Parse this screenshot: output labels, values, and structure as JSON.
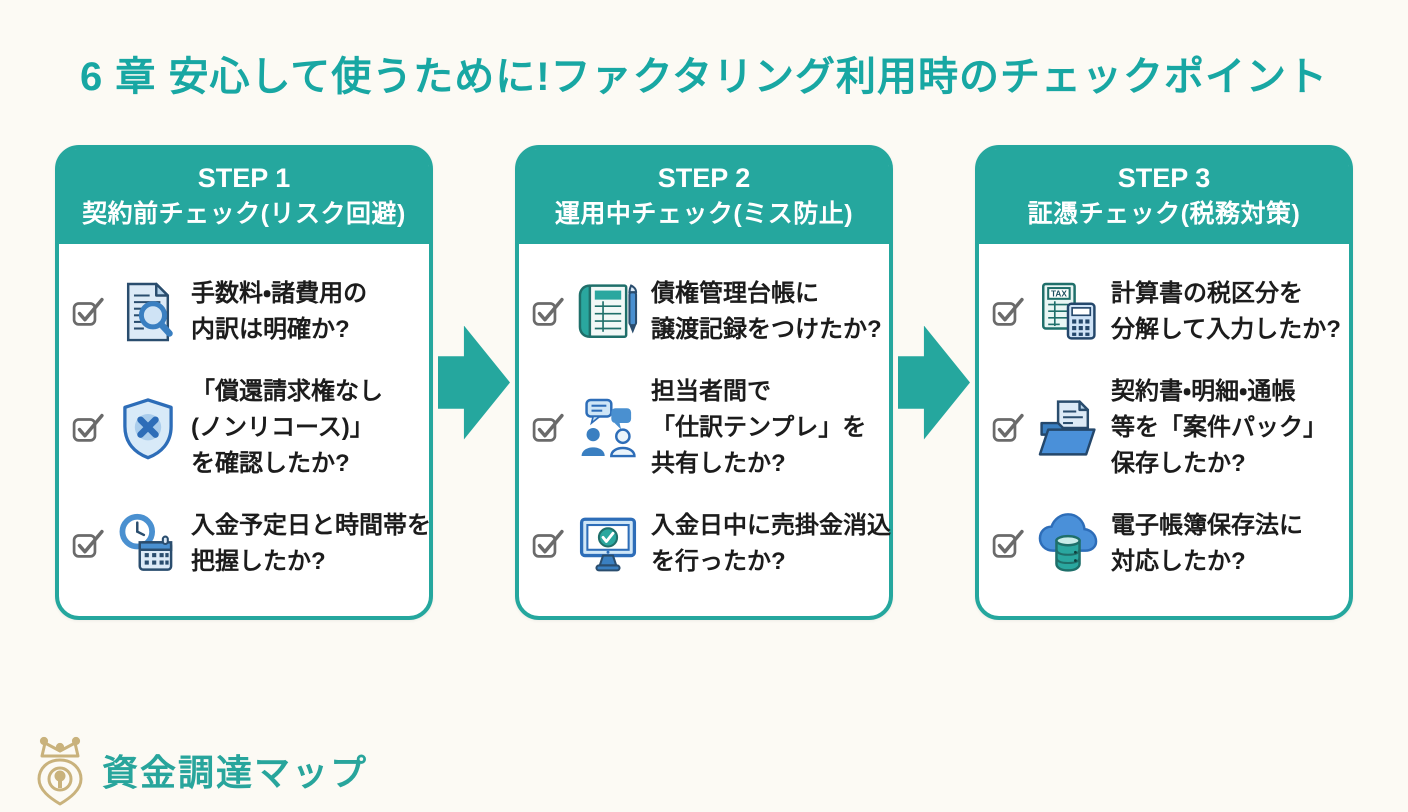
{
  "title": "6 章 安心して使うために!ファクタリング利用時のチェックポイント",
  "steps": [
    {
      "step_label": "STEP 1",
      "subtitle": "契約前チェック(リスク回避)",
      "items": [
        {
          "icon": "document-magnifier-icon",
          "lines": [
            "手数料・諸費用の",
            "内訳は明確か?"
          ]
        },
        {
          "icon": "shield-x-icon",
          "lines": [
            "「償還請求権なし",
            "(ノンリコース)」",
            "を確認したか?"
          ]
        },
        {
          "icon": "clock-calendar-icon",
          "lines": [
            "入金予定日と時間帯を",
            "把握したか?"
          ]
        }
      ]
    },
    {
      "step_label": "STEP 2",
      "subtitle": "運用中チェック(ミス防止)",
      "items": [
        {
          "icon": "ledger-pen-icon",
          "lines": [
            "債権管理台帳に",
            "譲渡記録をつけたか?"
          ]
        },
        {
          "icon": "chat-people-icon",
          "lines": [
            "担当者間で",
            "「仕訳テンプレ」を",
            "共有したか?"
          ]
        },
        {
          "icon": "monitor-check-icon",
          "lines": [
            "入金日中に売掛金消込",
            "を行ったか?"
          ]
        }
      ]
    },
    {
      "step_label": "STEP 3",
      "subtitle": "証憑チェック(税務対策)",
      "items": [
        {
          "icon": "tax-calculator-icon",
          "lines": [
            "計算書の税区分を",
            "分解して入力したか?"
          ]
        },
        {
          "icon": "folder-documents-icon",
          "lines": [
            "契約書・明細・通帳",
            "等を「案件パック」",
            "保存したか?"
          ]
        },
        {
          "icon": "cloud-database-icon",
          "lines": [
            "電子帳簿保存法に",
            "対応したか?"
          ]
        }
      ]
    }
  ],
  "footer": {
    "logo_text": "資金調達マップ",
    "logo_icon": "crown-map-pin-icon"
  },
  "icons": {
    "tax_label": "TAX"
  },
  "colors": {
    "primary_teal": "#25a79e",
    "title_teal": "#18a7a3",
    "icon_blue": "#4a90d0",
    "icon_dark_blue": "#2d6db8",
    "icon_light_blue": "#d8eaf8",
    "outline_navy": "#2a4d6e",
    "logo_gold": "#c9b27c",
    "text_dark": "#1c1c1c",
    "background": "#fcfaf4"
  }
}
